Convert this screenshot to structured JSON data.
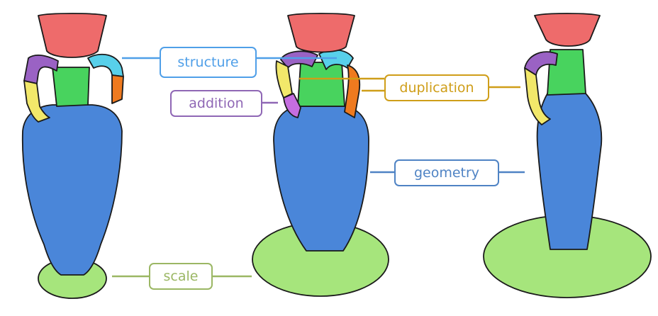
{
  "labels": {
    "structure": "structure",
    "addition": "addition",
    "duplication": "duplication",
    "geometry": "geometry",
    "scale": "scale"
  },
  "colors": {
    "structure": "#4f9fe8",
    "addition": "#8f67b5",
    "duplication": "#cf9e19",
    "geometry": "#4f83c4",
    "scale": "#9bb764",
    "part_neck_top": "#ee6b6b",
    "part_neck": "#48d35e",
    "part_body": "#4a86d9",
    "part_base": "#a6e57c",
    "part_handle_purple": "#9a62c4",
    "part_handle_yellow": "#f2e86a",
    "part_handle_cyan": "#58d0ea",
    "part_handle_orange": "#ef7a1f",
    "part_handle_magenta": "#c56ee0"
  }
}
